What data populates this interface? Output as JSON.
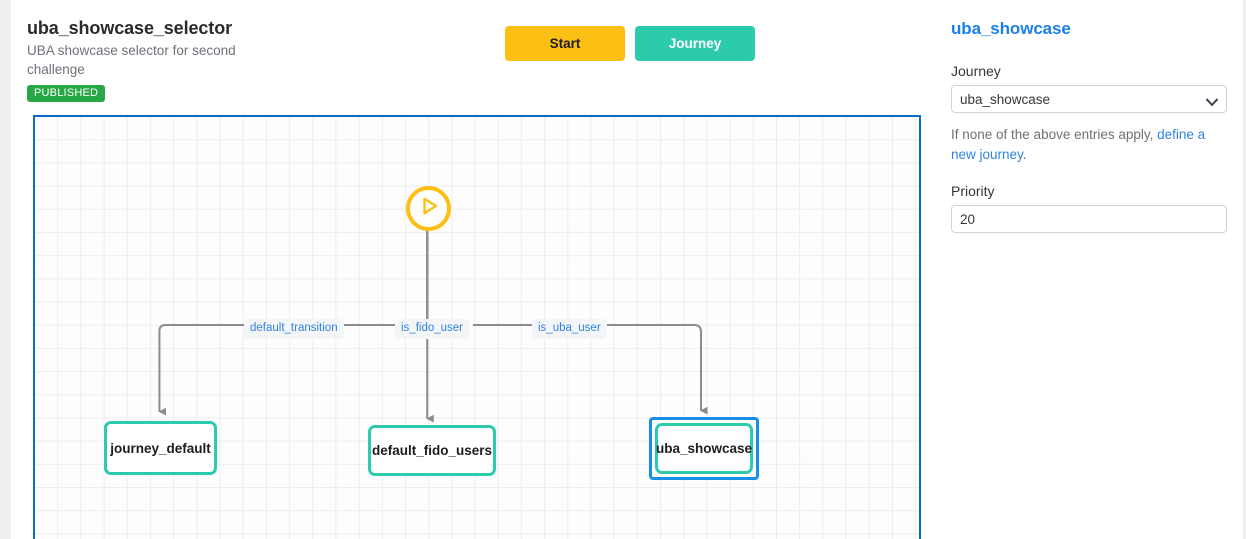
{
  "header": {
    "title": "uba_showcase_selector",
    "subtitle": "UBA showcase selector for second challenge",
    "status_badge": "PUBLISHED",
    "status_color": "#28a745"
  },
  "toolbar": {
    "start_label": "Start",
    "start_color": "#fcc015",
    "journey_label": "Journey",
    "journey_color": "#2bcbab"
  },
  "canvas": {
    "border_color": "#0d6ac4",
    "grid": true,
    "start_node": {
      "icon": "play-circle-icon",
      "color": "#fcc015"
    },
    "transitions": [
      {
        "id": "default_transition",
        "label": "default_transition",
        "target": "journey_default"
      },
      {
        "id": "is_fido_user",
        "label": "is_fido_user",
        "target": "default_fido_users"
      },
      {
        "id": "is_uba_user",
        "label": "is_uba_user",
        "target": "uba_showcase"
      }
    ],
    "nodes": [
      {
        "id": "journey_default",
        "label": "journey_default",
        "selected": false,
        "color": "#2bcbab"
      },
      {
        "id": "default_fido_users",
        "label": "default_fido_users",
        "selected": false,
        "color": "#2bcbab"
      },
      {
        "id": "uba_showcase",
        "label": "uba_showcase",
        "selected": true,
        "color": "#2bcbab",
        "selection_color": "#1a8fe8"
      }
    ]
  },
  "panel": {
    "title": "uba_showcase",
    "title_color": "#1a7fe8",
    "journey_label": "Journey",
    "journey_value": "uba_showcase",
    "journey_options": [
      "uba_showcase"
    ],
    "hint_prefix": "If none of the above entries apply, ",
    "hint_link": "define a new journey",
    "hint_suffix": ".",
    "priority_label": "Priority",
    "priority_value": "20",
    "chevron_icon": "chevron-down-icon"
  }
}
